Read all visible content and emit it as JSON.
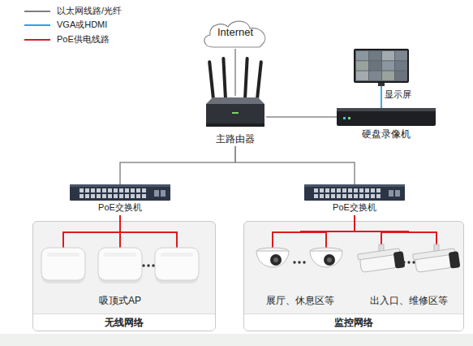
{
  "diagram": {
    "nodes": [
      {
        "text": [
          "Internet"
        ]
      },
      {
        "text": [
          "显示屏"
        ]
      },
      {
        "text": [
          "主路由器"
        ]
      },
      {
        "text": [
          "硬盘录像机"
        ]
      },
      {
        "text": [
          "PoE交换机"
        ]
      },
      {
        "text": [
          "PoE交换机"
        ]
      },
      {
        "text": [
          "无线网络"
        ]
      },
      {
        "text": [
          "吸顶式AP"
        ],
        "in": 6
      },
      {
        "text": [
          "监控网络"
        ]
      },
      {
        "text": [
          "展厅、休息区等"
        ],
        "in": 8
      },
      {
        "text": [
          "出入口、维修区等"
        ],
        "in": 8
      }
    ],
    "edges": [
      {
        "from": 0,
        "to": 2,
        "arrow": "none"
      },
      {
        "from": 2,
        "to": 3,
        "arrow": "none"
      },
      {
        "from": 3,
        "to": 1,
        "arrow": "none"
      },
      {
        "from": 2,
        "to": 4,
        "arrow": "none"
      },
      {
        "from": 2,
        "to": 5,
        "arrow": "none"
      },
      {
        "from": 4,
        "to": 7,
        "arrow": "none"
      },
      {
        "from": 5,
        "to": 9,
        "arrow": "none"
      },
      {
        "from": 5,
        "to": 10,
        "arrow": "none"
      }
    ],
    "legend": [
      {
        "text": "以太网线路/光纤"
      },
      {
        "text": "VGA或HDMI"
      },
      {
        "text": "PoE供电线路"
      }
    ]
  }
}
